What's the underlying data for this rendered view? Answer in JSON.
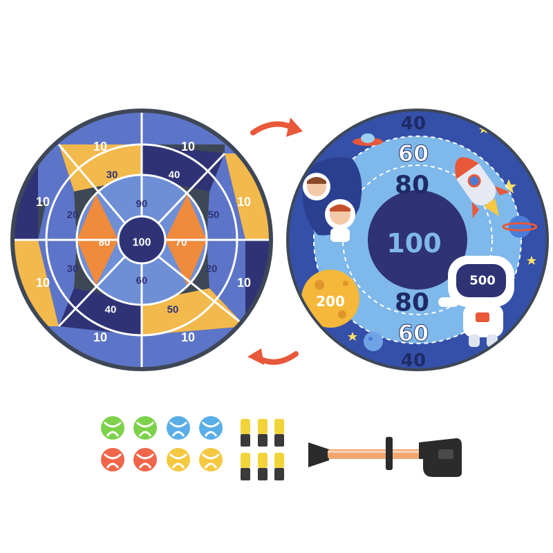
{
  "left_board": {
    "outer_scores": [
      "10",
      "10",
      "10",
      "10",
      "10",
      "10",
      "10",
      "10"
    ],
    "middle_scores": [
      "30",
      "40",
      "50",
      "20",
      "50",
      "40",
      "30",
      "20"
    ],
    "inner_scores": [
      "90",
      "70",
      "60",
      "80"
    ],
    "center_score": "100",
    "colors": {
      "outer_blue": "#5d75c8",
      "outer_navy": "#2f3376",
      "outer_yellow": "#f2b94d",
      "middle_navy": "#2f3376",
      "middle_yellow": "#f2b94d",
      "middle_blue": "#5d75c8",
      "inner_orange": "#f08a3c",
      "inner_blue": "#6e8fd6",
      "bull": "#2f3376",
      "rim": "#3e4756"
    }
  },
  "right_board": {
    "scores": {
      "top_partial": "40",
      "upper_60": "60",
      "upper_80": "80",
      "center": "100",
      "astronaut": "500",
      "planet": "200",
      "lower_80": "80",
      "lower_60": "60",
      "bottom_partial": "40"
    },
    "colors": {
      "space": "#3550a8",
      "ring_light": "#7fb8ea",
      "center": "#2f3273",
      "number_text": "#1f2b66",
      "rim": "#3e4756"
    }
  },
  "arrows": {
    "color": "#e8583a",
    "top_direction": "right",
    "bottom_direction": "left"
  },
  "accessories": {
    "balls": [
      "green",
      "green",
      "blue",
      "blue",
      "red",
      "red",
      "yellow",
      "yellow"
    ],
    "ball_colors": {
      "green": "#7dd24a",
      "blue": "#5aaee8",
      "red": "#f0664a",
      "yellow": "#f5c842"
    },
    "darts_count": 6,
    "dart_colors": {
      "tip": "#f2d43a",
      "body": "#3a3a3a"
    },
    "launcher": {
      "tube": "#f0a870",
      "black": "#2b2b2b"
    }
  }
}
